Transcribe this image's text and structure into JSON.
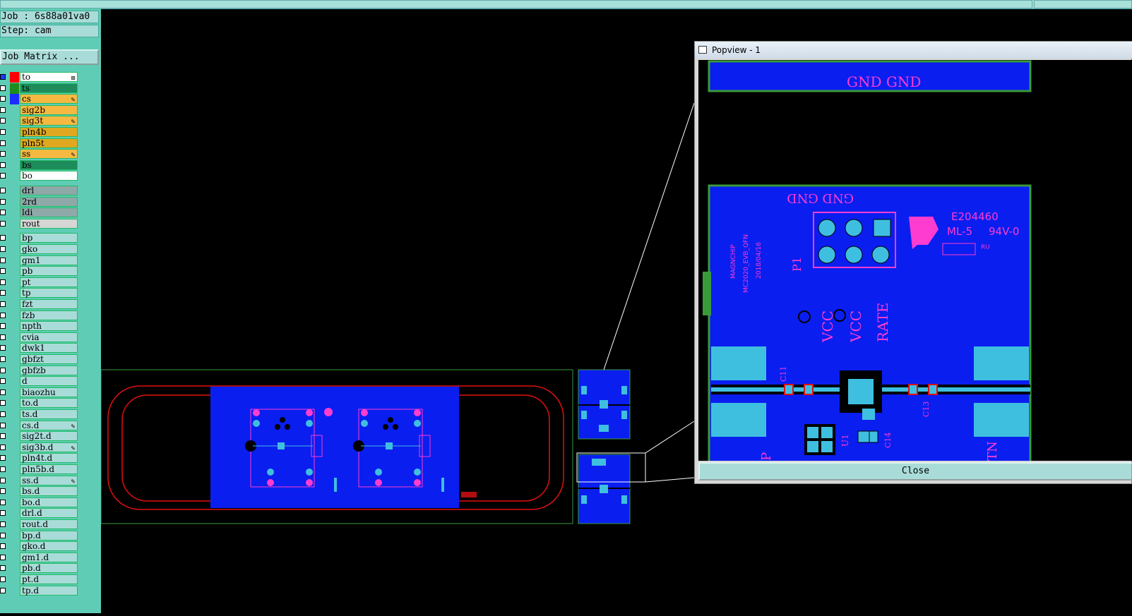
{
  "job": {
    "label": "Job : 6s88a01va0",
    "step": "Step: cam",
    "matrix_button": "Job Matrix ..."
  },
  "layers_main": [
    {
      "name": "to",
      "color": "#ffffff",
      "swatch": "#ff0000",
      "checked": true,
      "flag": "⊞"
    },
    {
      "name": "ts",
      "color": "#1e8c5a",
      "swatch": "#1e8c1e",
      "checked": false,
      "flag": ""
    },
    {
      "name": "cs",
      "color": "#f5b942",
      "swatch": "#1a2cff",
      "checked": false,
      "flag": "✎"
    },
    {
      "name": "sig2b",
      "color": "#f5b942",
      "swatch": "",
      "checked": false,
      "flag": ""
    },
    {
      "name": "sig3t",
      "color": "#f5b942",
      "swatch": "",
      "checked": false,
      "flag": "✎"
    },
    {
      "name": "pln4b",
      "color": "#e0a820",
      "swatch": "",
      "checked": false,
      "flag": ""
    },
    {
      "name": "pln5t",
      "color": "#e0a820",
      "swatch": "",
      "checked": false,
      "flag": ""
    },
    {
      "name": "ss",
      "color": "#f5b942",
      "swatch": "",
      "checked": false,
      "flag": "✎"
    },
    {
      "name": "bs",
      "color": "#1e8c5a",
      "swatch": "",
      "checked": false,
      "flag": ""
    },
    {
      "name": "bo",
      "color": "#ffffff",
      "swatch": "",
      "checked": false,
      "flag": ""
    }
  ],
  "layers_drill": [
    {
      "name": "drl",
      "color": "#8fa8a8"
    },
    {
      "name": "2rd",
      "color": "#8fa8a8"
    },
    {
      "name": "ldi",
      "color": "#8fa8a8"
    },
    {
      "name": "rout",
      "color": "#d6d6d6"
    }
  ],
  "layers_misc": [
    {
      "name": "bp",
      "flag": ""
    },
    {
      "name": "gko",
      "flag": ""
    },
    {
      "name": "gm1",
      "flag": ""
    },
    {
      "name": "pb",
      "flag": ""
    },
    {
      "name": "pt",
      "flag": ""
    },
    {
      "name": "tp",
      "flag": ""
    },
    {
      "name": "fzt",
      "flag": ""
    },
    {
      "name": "fzb",
      "flag": ""
    },
    {
      "name": "npth",
      "flag": ""
    },
    {
      "name": "cvia",
      "flag": ""
    },
    {
      "name": "dwk1",
      "flag": ""
    },
    {
      "name": "gbfzt",
      "flag": ""
    },
    {
      "name": "gbfzb",
      "flag": ""
    },
    {
      "name": "d",
      "flag": ""
    },
    {
      "name": "biaozhu",
      "flag": ""
    },
    {
      "name": "to.d",
      "flag": ""
    },
    {
      "name": "ts.d",
      "flag": ""
    },
    {
      "name": "cs.d",
      "flag": "✎"
    },
    {
      "name": "sig2t.d",
      "flag": ""
    },
    {
      "name": "sig3b.d",
      "flag": "✎"
    },
    {
      "name": "pln4t.d",
      "flag": ""
    },
    {
      "name": "pln5b.d",
      "flag": ""
    },
    {
      "name": "ss.d",
      "flag": "✎"
    },
    {
      "name": "bs.d",
      "flag": ""
    },
    {
      "name": "bo.d",
      "flag": ""
    },
    {
      "name": "drl.d",
      "flag": ""
    },
    {
      "name": "rout.d",
      "flag": ""
    },
    {
      "name": "bp.d",
      "flag": ""
    },
    {
      "name": "gko.d",
      "flag": ""
    },
    {
      "name": "gm1.d",
      "flag": ""
    },
    {
      "name": "pb.d",
      "flag": ""
    },
    {
      "name": "pt.d",
      "flag": ""
    },
    {
      "name": "tp.d",
      "flag": ""
    }
  ],
  "misc_color": "#a9dcd8",
  "popview": {
    "title": "Popview - 1",
    "close_label": "Close",
    "texts": {
      "gnd_top": "GND GND",
      "gnd_mirror": "GND GND",
      "cert_code": "E204460",
      "cert_ml": "ML-5",
      "cert_rating": "94V-0",
      "p1": "P1",
      "vcc1": "VCC",
      "vcc2": "VCC",
      "rate": "RATE",
      "mfr": "MAGNCHIP",
      "board": "MC2020_EVB_QFN",
      "date": "2018/04/16",
      "c11": "C11",
      "c13": "C13",
      "c14": "C14",
      "u1": "U1",
      "p_left": "P",
      "tn_right": "TN"
    }
  },
  "colors": {
    "board_blue": "#0a1ef0",
    "copper_cyan": "#3fbfe0",
    "silkscreen_magenta": "#ff3cd0",
    "outline_green": "#3a9a3a",
    "rout_red": "#e01010"
  }
}
